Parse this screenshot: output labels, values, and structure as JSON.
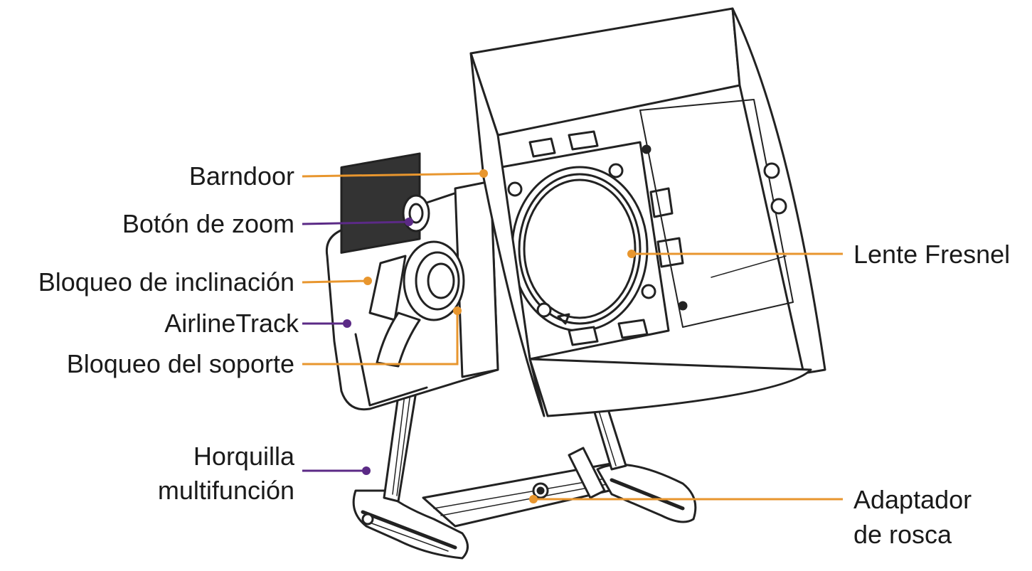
{
  "callouts": {
    "barndoor": "Barndoor",
    "zoom_knob": "Botón de zoom",
    "tilt_lock": "Bloqueo de inclinación",
    "airline_track": "AirlineTrack",
    "mount_lock": "Bloqueo del soporte",
    "yoke_line1": "Horquilla",
    "yoke_line2": "multifunción",
    "fresnel_lens": "Lente Fresnel",
    "thread_adapter_line1": "Adaptador",
    "thread_adapter_line2": "de rosca"
  },
  "colors": {
    "orange_leader": "#E8962E",
    "purple_leader": "#5B2A86",
    "line_art": "#222222",
    "text": "#1a1a1a"
  }
}
